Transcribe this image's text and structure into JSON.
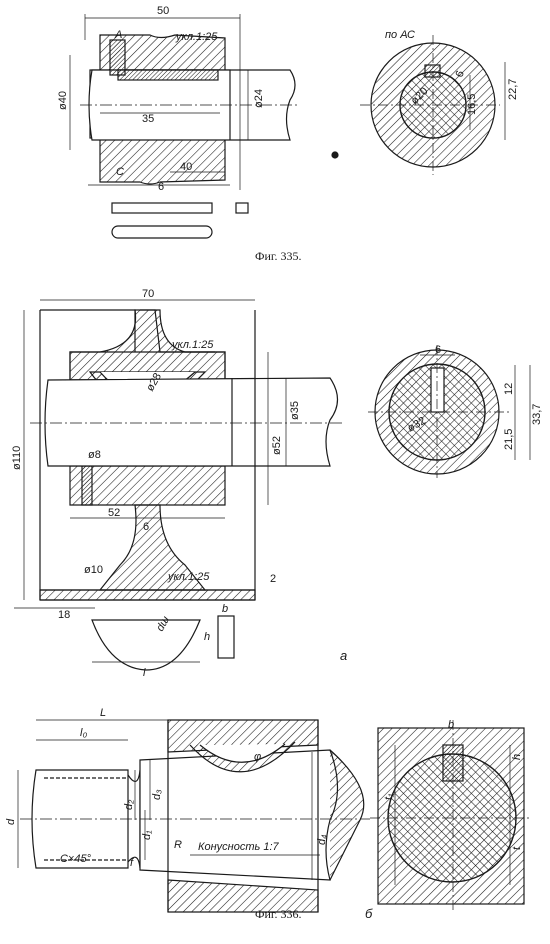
{
  "colors": {
    "ink": "#1a1a1a",
    "paper": "#ffffff"
  },
  "fig335": {
    "caption": "Фиг. 335.",
    "section_label": "по АС",
    "dims": {
      "length": "50",
      "diameter_outer": "ø40",
      "diameter_shaft": "ø24",
      "key_len": "35",
      "hub_len": "40",
      "taper": "укл.1:25",
      "point_a": "А",
      "point_c": "С",
      "width": "6",
      "sec_key_w": "6",
      "sec_total": "22,7",
      "sec_depth": "16,5",
      "sec_d": "ø20"
    }
  },
  "fig336a": {
    "label": "а",
    "dims": {
      "overall": "70",
      "diameter_hub": "ø110",
      "diameter_shaft": "ø35",
      "diameter_seat": "ø52",
      "key_d": "ø28",
      "taper_top": "укл.1:25",
      "taper_bottom": "укл.1:25",
      "pin": "ø8",
      "length_52": "52",
      "w6": "6",
      "hole": "ø10",
      "d18": "18",
      "d2": "2",
      "key_b": "b",
      "key_h": "h",
      "key_l": "l",
      "key_dn": "dш",
      "sec_w": "6",
      "sec_d": "ø32",
      "sec_12": "12",
      "sec_215": "21,5",
      "sec_337": "33,7"
    }
  },
  "fig336b": {
    "caption": "Фиг. 336.",
    "label": "б",
    "dims": {
      "L": "L",
      "l0": "l₀",
      "d": "d",
      "d1": "d₁",
      "d2": "d₂",
      "d3": "d₃",
      "d4": "d₄",
      "chamfer": "C×45°",
      "f": "f",
      "R": "R",
      "phi": "φ",
      "conicity": "Конусность 1:7",
      "sec_b": "b",
      "sec_t1": "t₁",
      "sec_t": "t",
      "sec_h": "h"
    }
  }
}
